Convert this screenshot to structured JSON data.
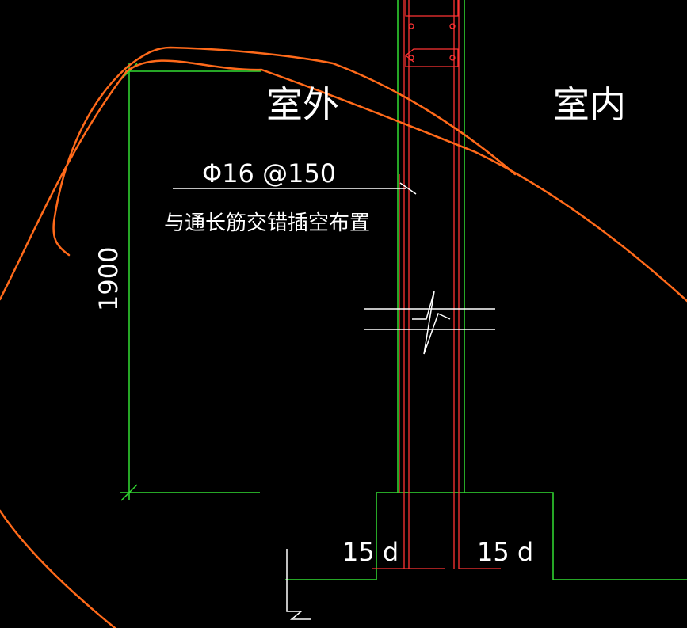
{
  "labels": {
    "outside": "室外",
    "inside": "室内",
    "rebar_spec": "Φ16 @150",
    "rebar_note": "与通长筋交错插空布置",
    "dimension": "1900",
    "anchor_left": "15 d",
    "anchor_right": "15 d"
  },
  "colors": {
    "background": "#000000",
    "green": "#33dd33",
    "red": "#ff3333",
    "white": "#ffffff",
    "orange": "#ff6a1a"
  }
}
